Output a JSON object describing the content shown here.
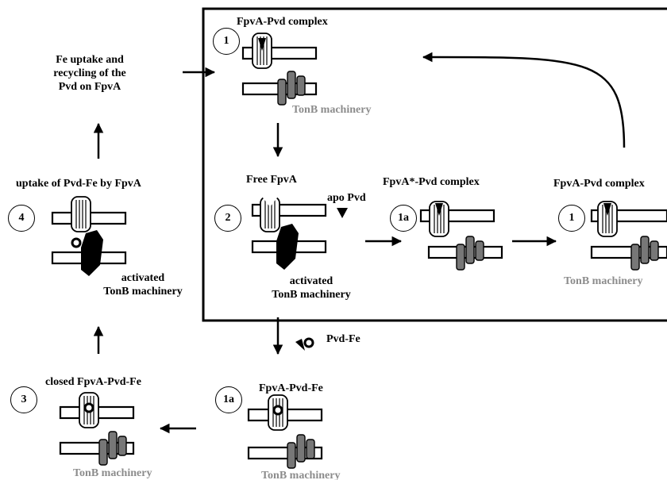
{
  "title": "",
  "colors": {
    "membrane_outline": "#000000",
    "tonb_grey": "#777777",
    "activated_tonb": "#000000",
    "tonb_label": "#8c8c8c",
    "transporter_stripes": "#000000"
  },
  "steps": {
    "s1": {
      "number": "1",
      "title": "FpvA-Pvd complex",
      "tonb": "TonB machinery"
    },
    "s2": {
      "number": "2",
      "title": "Free FpvA",
      "tonb": "activated\nTonB machinery"
    },
    "s1a_top": {
      "number": "1a",
      "title": "FpvA*-Pvd complex"
    },
    "s1_right": {
      "number": "1",
      "title": "FpvA-Pvd complex",
      "tonb": "TonB machinery"
    },
    "s4": {
      "number": "4",
      "title": "uptake of Pvd-Fe by FpvA",
      "tonb": "activated\nTonB machinery"
    },
    "s3": {
      "number": "3",
      "title": "closed FpvA-Pvd-Fe",
      "tonb": "TonB machinery"
    },
    "s1a_bottom": {
      "number": "1a",
      "title": "FpvA-Pvd-Fe",
      "tonb": "TonB machinery"
    }
  },
  "labels": {
    "fe_uptake": "Fe uptake and\nrecycling of the\nPvd on FpvA",
    "apo_pvd": "apo Pvd",
    "pvd_fe": "Pvd-Fe"
  },
  "icons": {
    "transporter": "fpva-barrel-icon",
    "tonb": "tonb-machinery-icon",
    "pvd": "pvd-siderophore-icon",
    "pvd_fe": "pvd-fe-ring-icon"
  }
}
